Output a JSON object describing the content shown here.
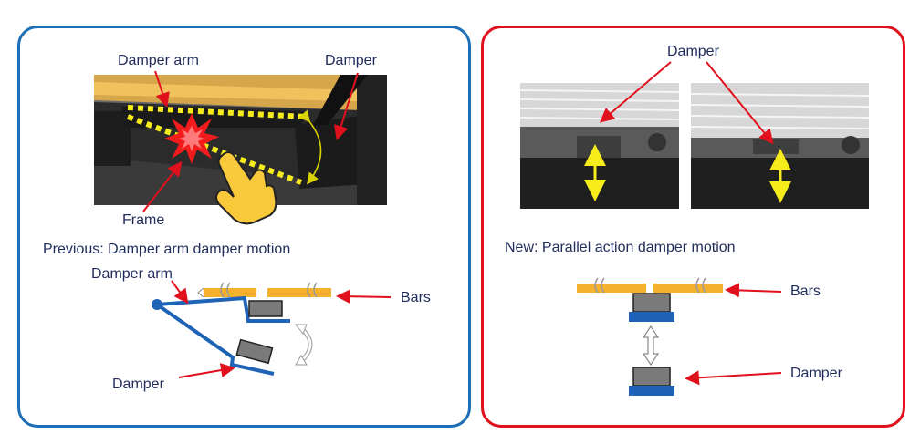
{
  "colors": {
    "previous_border": "#1c6fb6",
    "new_border": "#e0101c",
    "arrow": "#e0101c",
    "bar": "#f3b12d",
    "damper_gray": "#7a7a7a",
    "damper_base": "#1f63b6",
    "arm_blue": "#1f63b6",
    "highlight_yellow": "#f6ec1c"
  },
  "previous": {
    "photo_labels": {
      "damper_arm": "Damper arm",
      "damper": "Damper",
      "frame": "Frame"
    },
    "caption": "Previous: Damper arm damper motion",
    "diagram_labels": {
      "damper_arm": "Damper arm",
      "bars": "Bars",
      "damper": "Damper"
    },
    "icons": [
      "collision-burst-icon",
      "hand-pointer-icon",
      "rotation-arrow-icon"
    ]
  },
  "new": {
    "photo_label": "Damper",
    "caption": "New: Parallel action damper motion",
    "diagram_labels": {
      "bars": "Bars",
      "damper": "Damper"
    },
    "icons": [
      "vertical-double-arrow-icon"
    ]
  }
}
